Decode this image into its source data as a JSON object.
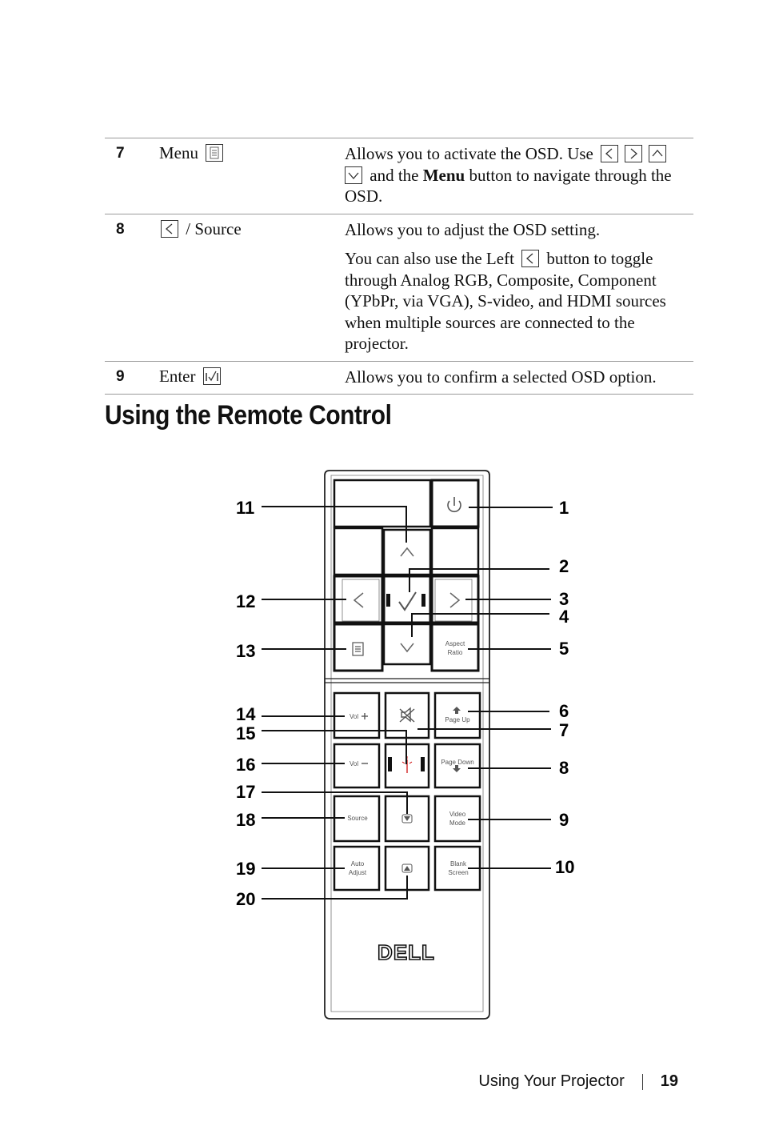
{
  "table": {
    "rows": [
      {
        "num": "7",
        "name_text": "Menu",
        "desc_a": "Allows you to activate the OSD. Use",
        "desc_b": "and the",
        "desc_bold": "Menu",
        "desc_c": "button to navigate through the OSD."
      },
      {
        "num": "8",
        "name_text": "/ Source",
        "desc_p1": "Allows you to adjust the OSD setting.",
        "desc_p2a": "You can also use the Left",
        "desc_p2b": "button to toggle through Analog RGB, Composite, Component (YPbPr, via VGA), S-video, and HDMI sources when multiple sources are connected to the projector."
      },
      {
        "num": "9",
        "name_text": "Enter",
        "desc": "Allows you to confirm a selected OSD option."
      }
    ]
  },
  "heading": "Using the Remote Control",
  "figure": {
    "callouts_right": [
      "1",
      "2",
      "3",
      "4",
      "5",
      "6",
      "7",
      "8",
      "9",
      "10"
    ],
    "callouts_left": [
      "11",
      "12",
      "13",
      "14",
      "15",
      "16",
      "17",
      "18",
      "19",
      "20"
    ],
    "button_labels": {
      "aspect_ratio": [
        "Aspect",
        "Ratio"
      ],
      "vol_up": "Vol",
      "vol_down": "Vol",
      "page_up": "Page Up",
      "page_down": "Page Down",
      "source": "Source",
      "video_mode": [
        "Video",
        "Mode"
      ],
      "auto_adjust": [
        "Auto",
        "Adjust"
      ],
      "blank_screen": [
        "Blank",
        "Screen"
      ]
    },
    "logo": "DELL"
  },
  "footer": {
    "section": "Using Your Projector",
    "page": "19"
  }
}
